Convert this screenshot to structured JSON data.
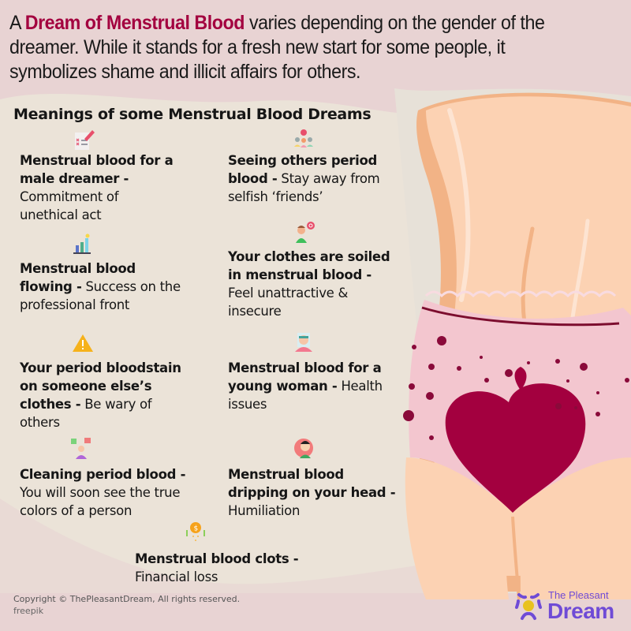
{
  "intro": {
    "prefix": "A ",
    "highlight": "Dream of Menstrual Blood",
    "rest": " varies depending on the gender of the dreamer. While it stands for a fresh new start for some people, it symbolizes shame and illicit affairs for others."
  },
  "section_title": "Meanings of some Menstrual Blood Dreams",
  "items": [
    {
      "bold": "Menstrual blood for a male dreamer -",
      "text": " Commitment of unethical act",
      "icon": "checklist-pencil-icon"
    },
    {
      "bold": "Seeing others period blood -",
      "text": " Stay away from selfish ‘friends’",
      "icon": "group-people-icon"
    },
    {
      "bold": "Menstrual blood flowing -",
      "text": " Success on the professional front",
      "icon": "bar-chart-icon"
    },
    {
      "bold": "Your clothes are soiled in menstrual blood -",
      "text": " Feel unattractive & insecure",
      "icon": "man-speech-bubble-icon"
    },
    {
      "bold": "Your period bloodstain on someone else’s clothes -",
      "text": " Be wary of others",
      "icon": "warning-icon"
    },
    {
      "bold": "Menstrual blood for a young woman -",
      "text": " Health issues",
      "icon": "woman-face-icon"
    },
    {
      "bold": "Cleaning period blood -",
      "text": " You will soon see the true colors of a person",
      "icon": "person-choice-icon"
    },
    {
      "bold": "Menstrual blood dripping on your head -",
      "text": " Humiliation",
      "icon": "boy-shock-icon"
    },
    {
      "bold": "Menstrual blood clots -",
      "text": " Financial loss",
      "icon": "coin-money-icon"
    }
  ],
  "footer": {
    "copyright": "Copyright © ThePleasantDream, All rights reserved.",
    "source": "freepik"
  },
  "logo": {
    "small": "The Pleasant",
    "big": "Dream"
  },
  "colors": {
    "accent": "#a3003f",
    "background": "#e8d3d3",
    "panel": "#ebe3d8",
    "logo": "#6f4bd6"
  }
}
